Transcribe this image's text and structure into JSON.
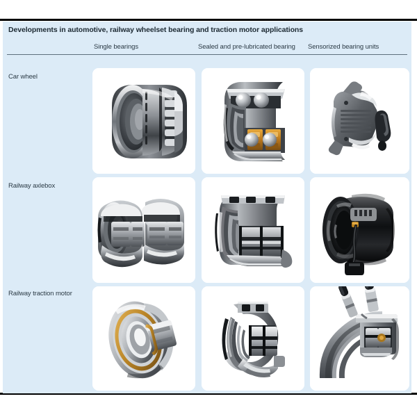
{
  "page": {
    "background": "#ffffff",
    "panel_color": "#dcebf7",
    "rule_color": "#000000"
  },
  "table": {
    "title": "Developments in automotive, railway wheelset bearing and traction motor applications",
    "column_headers": [
      "Single bearings",
      "Sealed and pre-lubricated bearing",
      "Sensorized bearing units"
    ],
    "row_headers": [
      "Car wheel",
      "Railway axlebox",
      "Railway traction motor"
    ],
    "cells": [
      [
        {
          "image": "double-row-tapered-roller-bearing-photo",
          "alt": "Double row tapered roller bearing"
        },
        {
          "image": "sealed-double-row-angular-contact-ball-bearing-cutaway-photo",
          "alt": "Sealed pre-lubricated double row ball bearing cutaway"
        },
        {
          "image": "sensorized-wheel-hub-bearing-unit-photo",
          "alt": "Sensorized wheel hub bearing unit"
        }
      ],
      [
        {
          "image": "pair-of-spherical-roller-bearings-photo",
          "alt": "Pair of spherical roller bearings"
        },
        {
          "image": "sealed-tapered-roller-bearing-unit-cutaway-photo",
          "alt": "Sealed pre-lubricated tapered roller bearing unit cutaway"
        },
        {
          "image": "black-sensorized-axlebox-bearing-unit-photo",
          "alt": "Sensorized axlebox bearing unit with cable"
        }
      ],
      [
        {
          "image": "cylindrical-roller-bearing-brass-cage-photo",
          "alt": "Cylindrical roller bearing with brass cage"
        },
        {
          "image": "sealed-traction-motor-bearing-unit-cutaway-photo",
          "alt": "Sealed traction motor bearing unit cutaway"
        },
        {
          "image": "sensorized-traction-motor-bearing-cutaway-photo",
          "alt": "Sensorized traction motor bearing with two connectors"
        }
      ]
    ]
  }
}
